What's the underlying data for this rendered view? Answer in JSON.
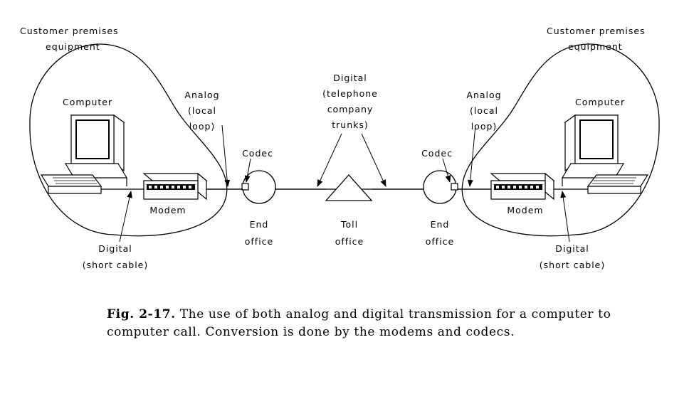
{
  "labels": {
    "cpe_left": [
      "Customer premises",
      "equipment"
    ],
    "cpe_right": [
      "Customer premises",
      "equipment"
    ],
    "computer_left": "Computer",
    "computer_right": "Computer",
    "analog_left": [
      "Analog",
      "(local",
      "loop)"
    ],
    "analog_right": [
      "Analog",
      "(local",
      "loop)"
    ],
    "codec_left": "Codec",
    "codec_right": "Codec",
    "digital_trunks": [
      "Digital",
      "(telephone",
      "company",
      "trunks)"
    ],
    "modem_left": "Modem",
    "modem_right": "Modem",
    "end_office_left": [
      "End",
      "office"
    ],
    "end_office_right": [
      "End",
      "office"
    ],
    "toll_office": [
      "Toll",
      "office"
    ],
    "digital_left": [
      "Digital",
      "(short cable)"
    ],
    "digital_right": [
      "Digital",
      "(short cable)"
    ]
  },
  "caption": {
    "figure_number": "Fig. 2-17.",
    "text": " The use of both analog and digital transmission for a computer to computer call. Conversion is done by the modems and codecs."
  }
}
